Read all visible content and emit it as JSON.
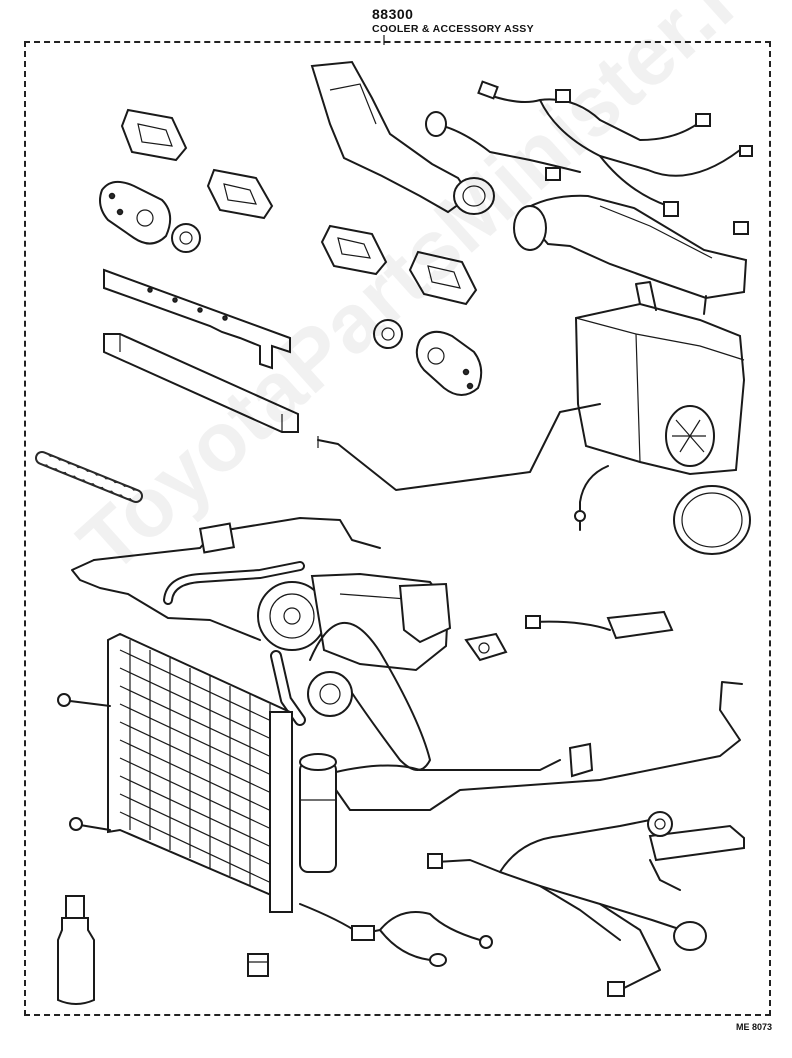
{
  "header": {
    "part_number": "88300",
    "title": "COOLER & ACCESSORY ASSY"
  },
  "footer": {
    "drawing_code": "ME 8073"
  },
  "watermark": {
    "text": "ToyotaPartsMinister.ru"
  },
  "colors": {
    "ink": "#1a1a1a",
    "paper": "#ffffff"
  }
}
